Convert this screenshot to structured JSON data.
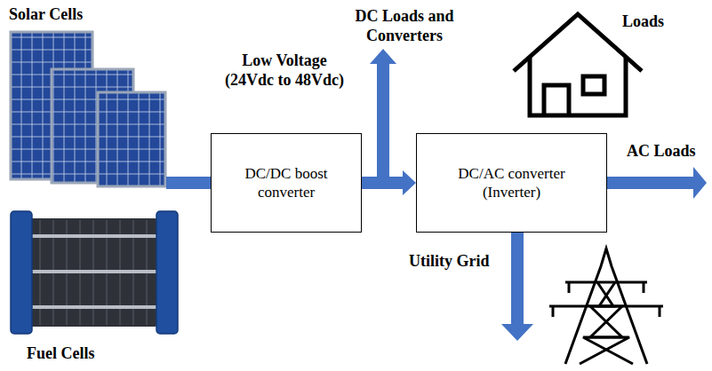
{
  "diagram": {
    "nodes": [
      {
        "text": [
          "DC/DC boost converter"
        ]
      },
      {
        "text": [
          "DC/AC converter (Inverter)"
        ]
      }
    ],
    "edges": [
      {
        "from": 0,
        "to": 1,
        "arrow": "to"
      }
    ],
    "labels": [
      "Solar Cells",
      "Fuel Cells",
      "Low Voltage (24Vdc to 48Vdc)",
      "DC Loads and Converters",
      "Loads",
      "AC Loads",
      "Utility Grid"
    ]
  }
}
